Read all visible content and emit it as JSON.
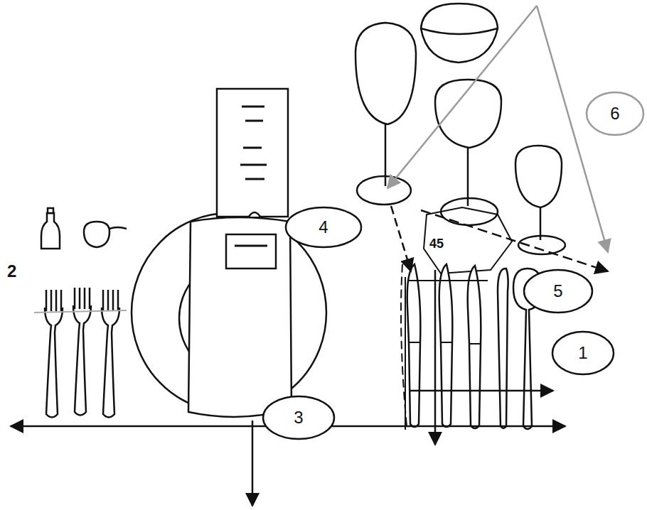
{
  "diagram": {
    "nodes": [
      {
        "text": [
          "6"
        ]
      },
      {
        "text": [
          "4"
        ]
      },
      {
        "text": [
          "5"
        ]
      },
      {
        "text": [
          "1"
        ]
      },
      {
        "text": [
          "3"
        ]
      }
    ],
    "labels": [
      "2",
      "45"
    ]
  }
}
